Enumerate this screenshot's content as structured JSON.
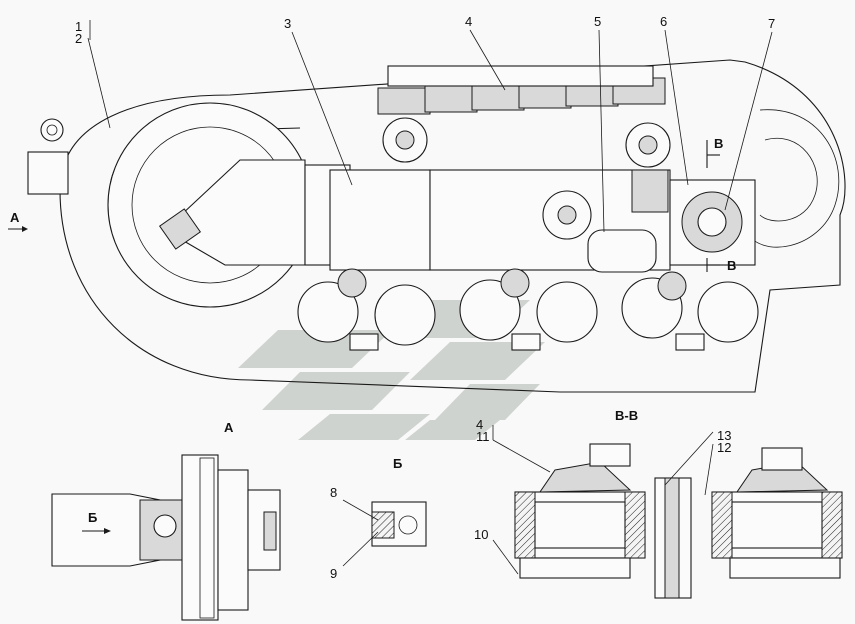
{
  "callouts": {
    "n1": "1",
    "n2": "2",
    "n3": "3",
    "n4": "4",
    "n5": "5",
    "n6": "6",
    "n7": "7",
    "n8": "8",
    "n9": "9",
    "n10": "10",
    "n11": "11",
    "n12": "12",
    "n13": "13",
    "n4b": "4"
  },
  "views": {
    "arrow_a": "A",
    "section_v_top": "B",
    "section_v_bottom": "B",
    "title_a": "A",
    "title_b": "Б",
    "arrow_b": "Б",
    "title_vv": "B-B"
  },
  "watermark": {
    "color": "#c8cdc8"
  }
}
